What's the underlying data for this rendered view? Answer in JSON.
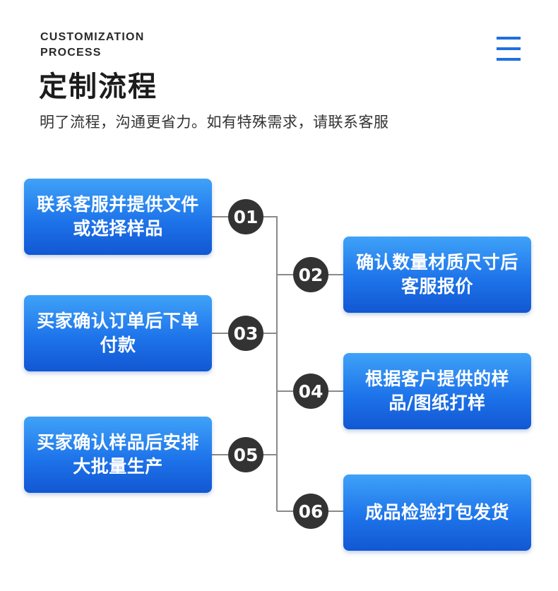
{
  "header": {
    "en_title_line1": "CUSTOMIZATION",
    "en_title_line2": "PROCESS",
    "cn_title": "定制流程",
    "subtitle": "明了流程，沟通更省力。如有特殊需求，请联系客服"
  },
  "menu": {
    "icon": "hamburger-menu-icon",
    "color": "#1f6fe0"
  },
  "colors": {
    "box_gradient_top": "#3fa2f8",
    "box_gradient_bottom": "#1257d3",
    "circle": "#333333",
    "connector": "#8a8a8a"
  },
  "steps": [
    {
      "number": "01",
      "text": "联系客服并提供文件或选择样品"
    },
    {
      "number": "02",
      "text": "确认数量材质尺寸后客服报价"
    },
    {
      "number": "03",
      "text": "买家确认订单后下单付款"
    },
    {
      "number": "04",
      "text": "根据客户提供的样品/图纸打样"
    },
    {
      "number": "05",
      "text": "买家确认样品后安排大批量生产"
    },
    {
      "number": "06",
      "text": "成品检验打包发货"
    }
  ]
}
